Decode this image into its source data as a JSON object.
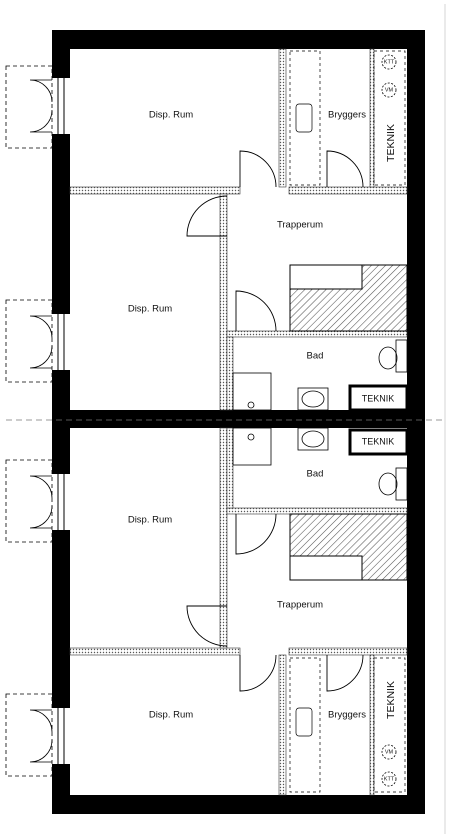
{
  "plan": {
    "rooms": {
      "disp_rum_1": "Disp. Rum",
      "bryggers_1": "Bryggers",
      "trapperum_1": "Trapperum",
      "disp_rum_2": "Disp. Rum",
      "bad_1": "Bad",
      "teknik_1": "TEKNIK",
      "teknik_2": "TEKNIK",
      "bad_2": "Bad",
      "disp_rum_3": "Disp. Rum",
      "trapperum_2": "Trapperum",
      "disp_rum_4": "Disp. Rum",
      "bryggers_2": "Bryggers",
      "teknik_vert_1": "TEKNIK",
      "teknik_vert_2": "TEKNIK"
    },
    "meters": {
      "ktt_1": "KTT",
      "vm_1": "VM",
      "vm_2": "VM",
      "ktt_2": "KTT"
    },
    "colors": {
      "wall": "#000000",
      "hatch": "#555555",
      "background": "#ffffff"
    }
  }
}
